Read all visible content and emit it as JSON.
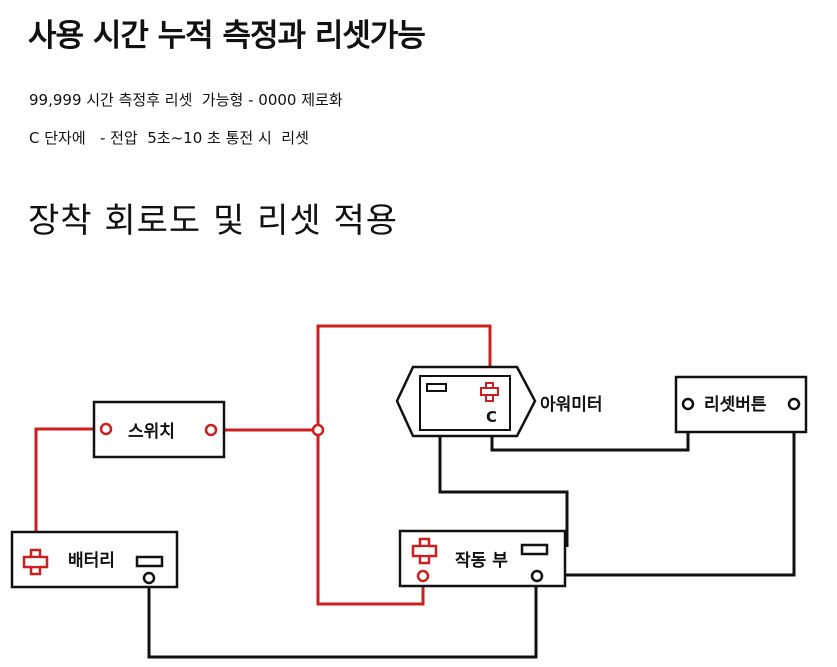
{
  "header": {
    "title": "사용 시간 누적 측정과 리셋가능",
    "line1": "99,999 시간 측정후 리셋  가능형 - 0000 제로화",
    "line2": "C 단자에   - 전압  5초~10 초 통전 시  리셋",
    "subtitle": "장착 회로도 및 리셋 적용"
  },
  "diagram": {
    "switch_label": "스위치",
    "battery_label": "배터리",
    "hourmeter_label": "아워미터",
    "reset_button_label": "리셋버튼",
    "operating_unit_label": "작동 부",
    "terminal_c_label": "C",
    "positive_wire_color": "#cc1f1f",
    "negative_wire_color": "#111111"
  }
}
